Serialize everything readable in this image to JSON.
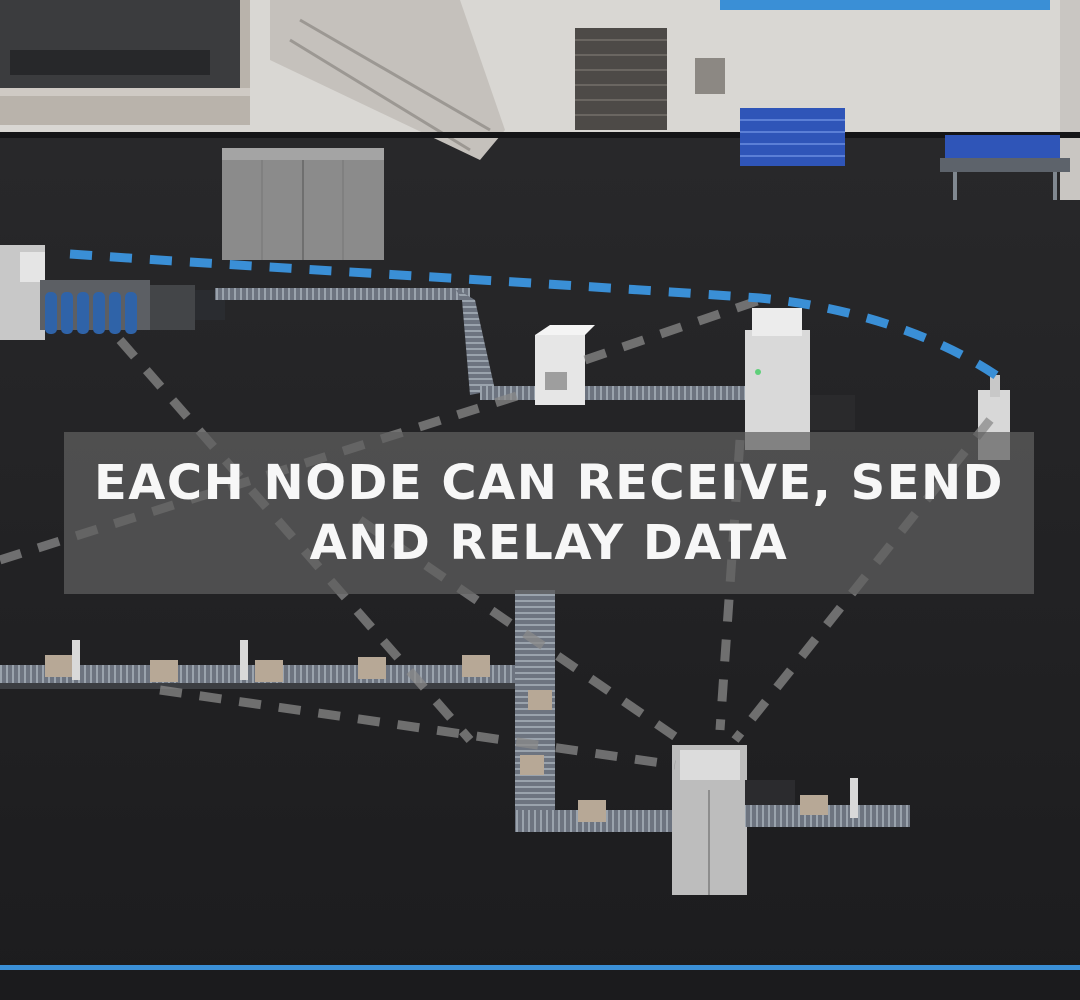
{
  "caption": {
    "line1": "EACH NODE CAN RECEIVE, SEND",
    "line2": "AND RELAY DATA"
  },
  "colors": {
    "floor": "#262628",
    "wall": "#dcdad6",
    "gateway_link": "#3a8fd6",
    "mesh_link": "#8a8a8a",
    "accent_bar": "#3a8fd6",
    "pallet": "#2f55b8"
  },
  "nodes": [
    "machine-left",
    "gateway-box",
    "inspection-machine",
    "robot-arm-right",
    "palletizer-cabinet"
  ]
}
